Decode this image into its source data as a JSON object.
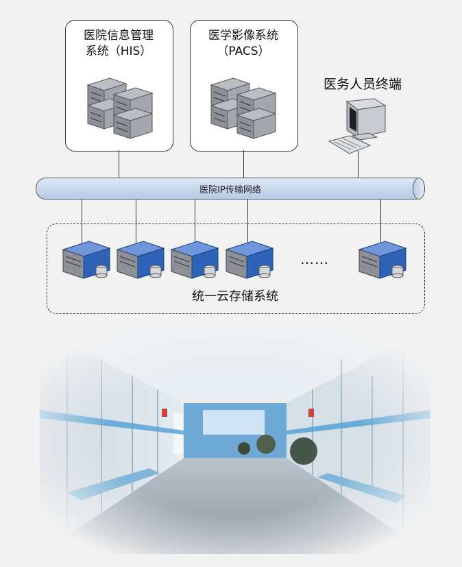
{
  "nodes": {
    "his": {
      "label_line1": "医院信息管理",
      "label_line2": "系统（HIS）"
    },
    "pacs": {
      "label_line1": "医学影像系统",
      "label_line2": "（PACS）"
    },
    "terminal": {
      "label": "医务人员终端"
    },
    "bus": {
      "label": "医院IP传输网络"
    },
    "storage": {
      "label": "统一云存储系统",
      "ellipsis": "……"
    }
  },
  "colors": {
    "server_blue": "#2f63b8",
    "server_gray": "#8c9198",
    "bus_fill": "#c6d6ec"
  }
}
